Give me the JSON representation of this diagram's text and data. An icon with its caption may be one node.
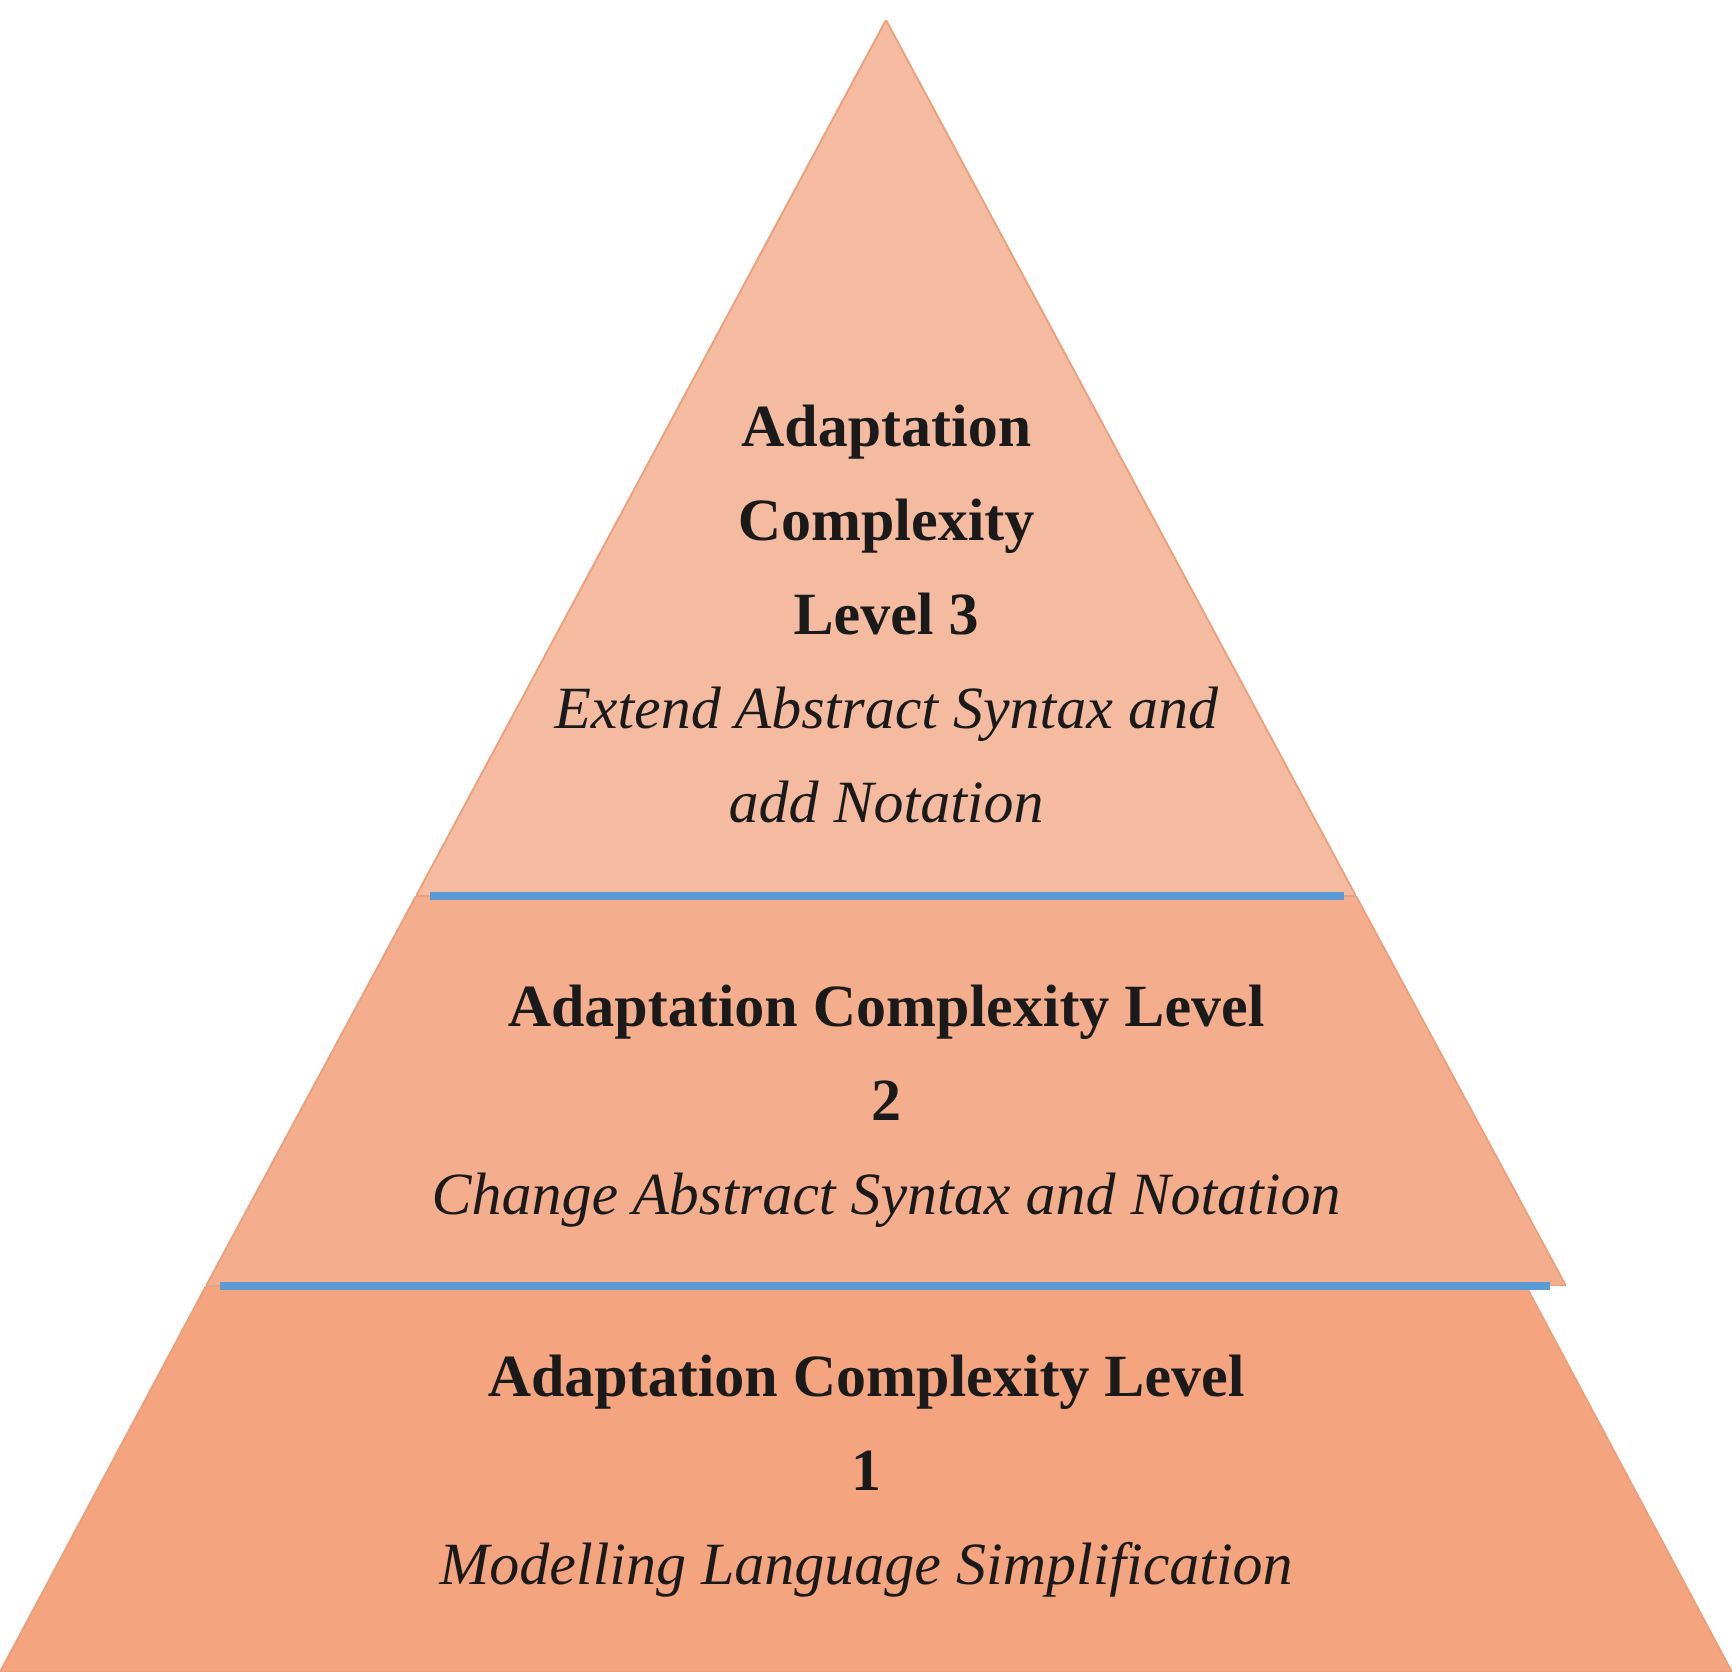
{
  "diagram": {
    "nodes": [
      {
        "text": [
          "Adaptation Complexity Level 3",
          "Extend Abstract Syntax and add Notation"
        ]
      },
      {
        "text": [
          "Adaptation Complexity Level 2",
          "Change Abstract Syntax and Notation"
        ]
      },
      {
        "text": [
          "Adaptation Complexity Level 1",
          "Modelling Language Simplification"
        ]
      }
    ]
  }
}
